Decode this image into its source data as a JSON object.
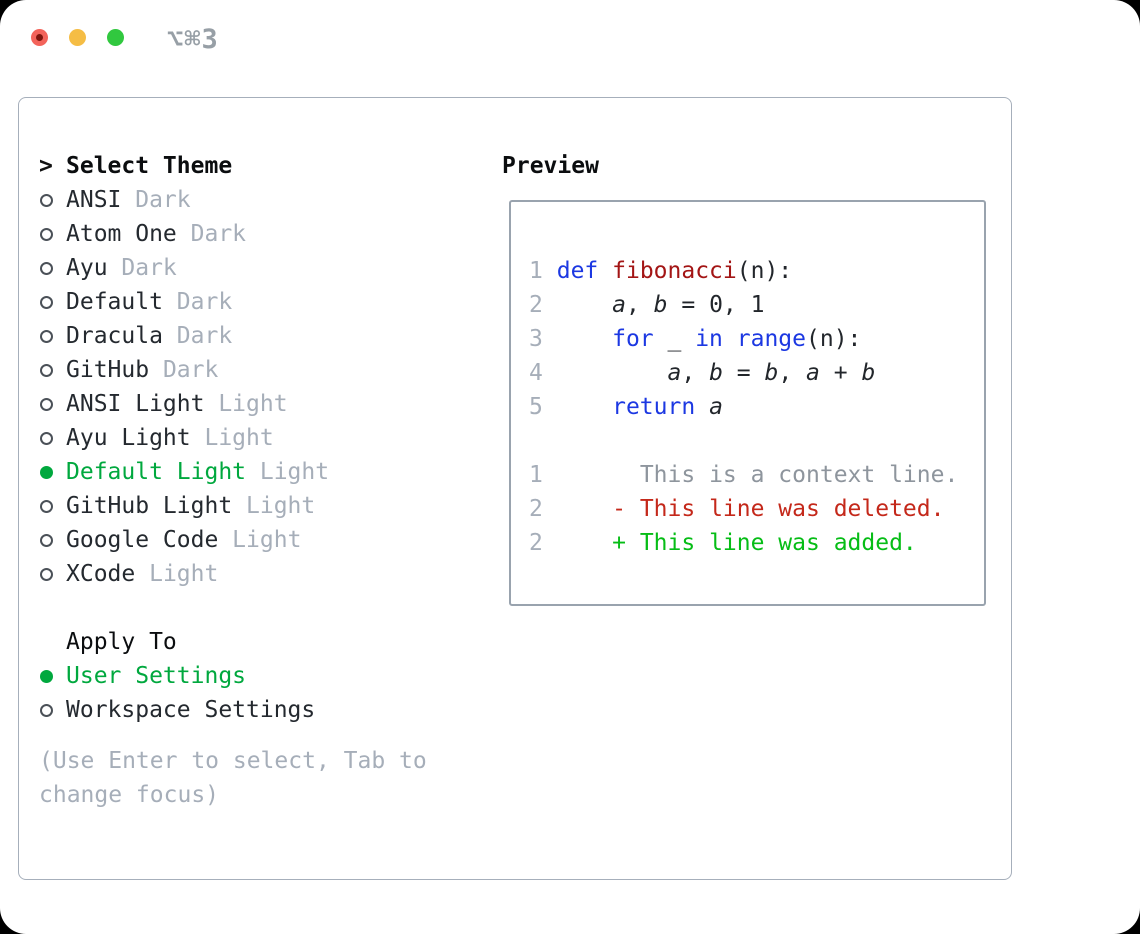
{
  "titlebar": {
    "shortcut": "⌥⌘3",
    "traffic_lights": [
      {
        "name": "close",
        "color": "#f3635a",
        "dot": "#7e150d"
      },
      {
        "name": "minimize",
        "color": "#f5bd45",
        "dot": ""
      },
      {
        "name": "zoom",
        "color": "#31c83f",
        "dot": ""
      }
    ]
  },
  "theme_selector": {
    "prompt": ">",
    "title": "Select Theme",
    "items": [
      {
        "name": "ANSI",
        "variant": "Dark",
        "selected": false
      },
      {
        "name": "Atom One",
        "variant": "Dark",
        "selected": false
      },
      {
        "name": "Ayu",
        "variant": "Dark",
        "selected": false
      },
      {
        "name": "Default",
        "variant": "Dark",
        "selected": false
      },
      {
        "name": "Dracula",
        "variant": "Dark",
        "selected": false
      },
      {
        "name": "GitHub",
        "variant": "Dark",
        "selected": false
      },
      {
        "name": "ANSI Light",
        "variant": "Light",
        "selected": false
      },
      {
        "name": "Ayu Light",
        "variant": "Light",
        "selected": false
      },
      {
        "name": "Default Light",
        "variant": "Light",
        "selected": true
      },
      {
        "name": "GitHub Light",
        "variant": "Light",
        "selected": false
      },
      {
        "name": "Google Code",
        "variant": "Light",
        "selected": false
      },
      {
        "name": "XCode",
        "variant": "Light",
        "selected": false
      }
    ]
  },
  "apply_to": {
    "title": "Apply To",
    "options": [
      {
        "label": "User Settings",
        "selected": true
      },
      {
        "label": "Workspace Settings",
        "selected": false
      }
    ]
  },
  "hint": "(Use Enter to select, Tab to change focus)",
  "preview": {
    "title": "Preview",
    "code_lines": [
      {
        "number": "1",
        "tokens": [
          [
            "def",
            "kw"
          ],
          [
            " ",
            ""
          ],
          [
            "fibonacci",
            "fn"
          ],
          [
            "(n):",
            ""
          ]
        ]
      },
      {
        "number": "2",
        "tokens": [
          [
            "    ",
            ""
          ],
          [
            "a",
            "var"
          ],
          [
            ", ",
            ""
          ],
          [
            "b",
            "var"
          ],
          [
            " = 0, 1",
            ""
          ]
        ]
      },
      {
        "number": "3",
        "tokens": [
          [
            "    ",
            ""
          ],
          [
            "for",
            "kw"
          ],
          [
            " _ ",
            ""
          ],
          [
            "in",
            "kw"
          ],
          [
            " ",
            ""
          ],
          [
            "range",
            "kw"
          ],
          [
            "(n):",
            ""
          ]
        ]
      },
      {
        "number": "4",
        "tokens": [
          [
            "        ",
            ""
          ],
          [
            "a",
            "var"
          ],
          [
            ", ",
            ""
          ],
          [
            "b",
            "var"
          ],
          [
            " = ",
            ""
          ],
          [
            "b",
            "var"
          ],
          [
            ", ",
            ""
          ],
          [
            "a",
            "var"
          ],
          [
            " + ",
            ""
          ],
          [
            "b",
            "var"
          ]
        ]
      },
      {
        "number": "5",
        "tokens": [
          [
            "    ",
            ""
          ],
          [
            "return",
            "kw"
          ],
          [
            " ",
            ""
          ],
          [
            "a",
            "var"
          ]
        ]
      }
    ],
    "diff_lines": [
      {
        "number": "1",
        "marker": " ",
        "text": "This is a context line.",
        "type": "context"
      },
      {
        "number": "2",
        "marker": "-",
        "text": "This line was deleted.",
        "type": "deleted"
      },
      {
        "number": "2",
        "marker": "+",
        "text": "This line was added.",
        "type": "added"
      }
    ]
  },
  "colors": {
    "accent_green": "#00a83e",
    "keyword_blue": "#1c38e2",
    "function_red": "#a31515",
    "diff_red": "#c4281a",
    "diff_green": "#06bd16",
    "muted_gray": "#a6aeb9",
    "context_gray": "#8e959d",
    "text_dark": "#22262b",
    "panel_border": "#a6afbb",
    "box_border": "#99a3ae",
    "shortcut_gray": "#979fa6"
  }
}
